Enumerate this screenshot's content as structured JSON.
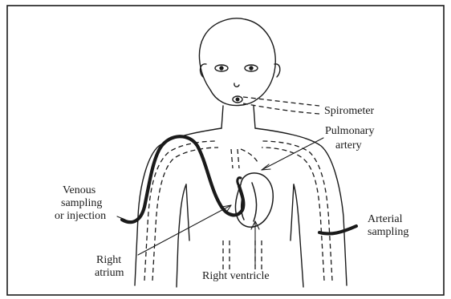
{
  "labels": {
    "spirometer": "Spirometer",
    "pulmonary_line1": "Pulmonary",
    "pulmonary_line2": "artery",
    "venous_line1": "Venous",
    "venous_line2": "sampling",
    "venous_line3": "or injection",
    "arterial_line1": "Arterial",
    "arterial_line2": "sampling",
    "right_atrium_line1": "Right",
    "right_atrium_line2": "atrium",
    "right_ventricle": "Right ventricle"
  }
}
